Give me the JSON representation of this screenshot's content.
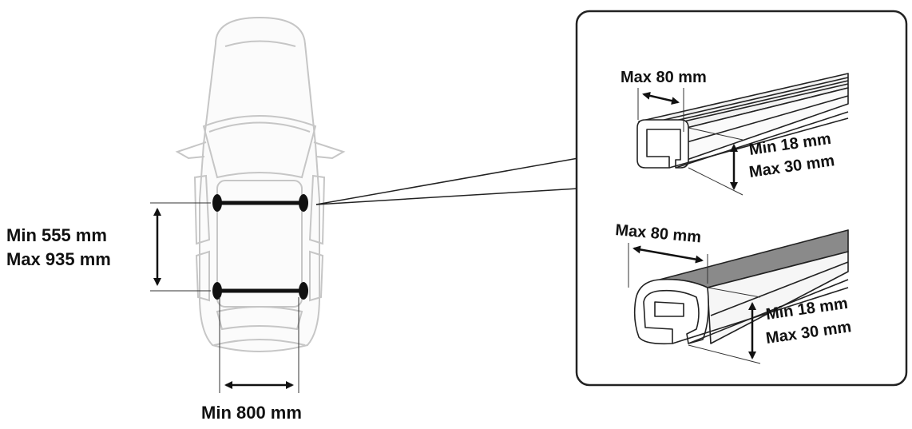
{
  "labels": {
    "spacing_min": "Min 555 mm",
    "spacing_max": "Max 935 mm",
    "width_min": "Min 800 mm",
    "top_bar": {
      "width_max": "Max 80 mm",
      "height_min": "Min 18 mm",
      "height_max": "Max 30 mm"
    },
    "bottom_bar": {
      "width_max": "Max 80 mm",
      "height_min": "Min 18 mm",
      "height_max": "Max 30 mm"
    }
  },
  "colors": {
    "outline": "#222222",
    "car_outline": "#c8c8c8",
    "car_fill": "#fafafa",
    "bar_fill": "#8a8a8a"
  }
}
